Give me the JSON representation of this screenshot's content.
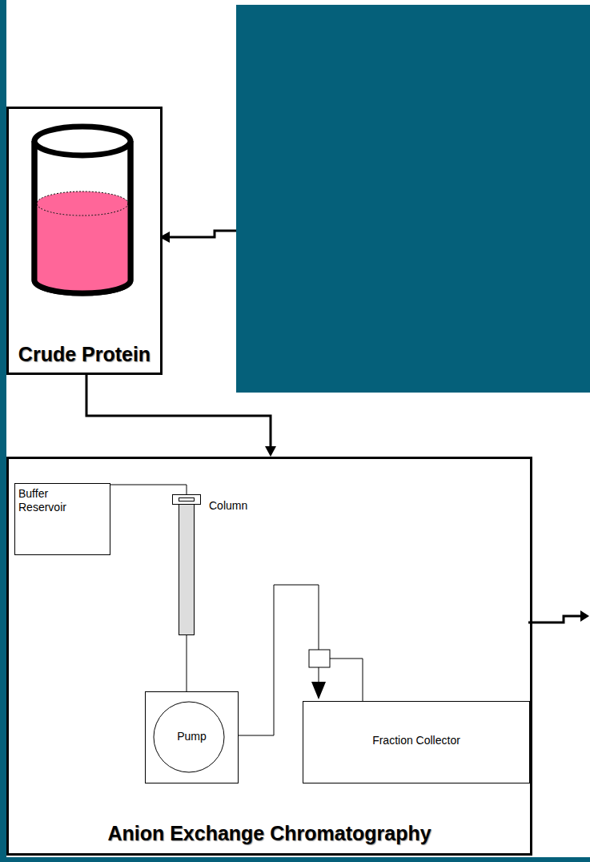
{
  "diagram": {
    "nodes": [
      {
        "text": [
          "Crude Protein"
        ]
      },
      {
        "text": [
          "Anion Exchange Chromatography"
        ]
      },
      {
        "text": [
          "Buffer Reservoir"
        ],
        "in": 1
      },
      {
        "text": [
          "Column"
        ],
        "in": 1
      },
      {
        "text": [
          "Pump"
        ],
        "in": 1
      },
      {
        "text": [
          "Fraction Collector"
        ],
        "in": 1
      }
    ],
    "edges": [
      {
        "from": 0,
        "to": 1,
        "arrow": "to"
      },
      {
        "from": 2,
        "to": 3,
        "arrow": "none"
      },
      {
        "from": 3,
        "to": 4,
        "arrow": "none"
      },
      {
        "from": 4,
        "to": 5,
        "arrow": "to"
      }
    ]
  }
}
